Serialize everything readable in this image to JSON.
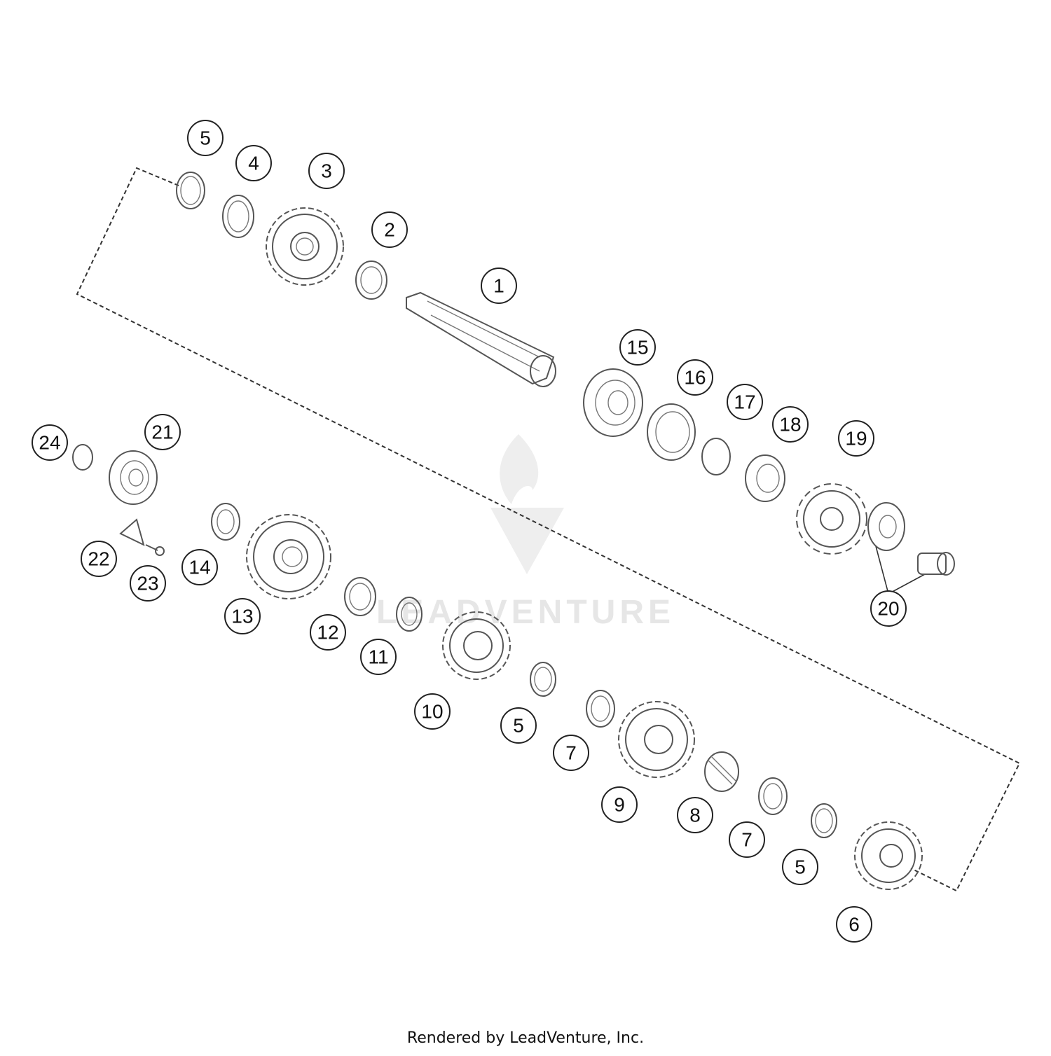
{
  "callouts": [
    "5",
    "4",
    "3",
    "2",
    "1",
    "15",
    "16",
    "17",
    "18",
    "19",
    "20",
    "24",
    "21",
    "22",
    "23",
    "14",
    "13",
    "12",
    "11",
    "10",
    "5",
    "7",
    "9",
    "8",
    "7",
    "5",
    "6"
  ],
  "watermark": {
    "text": "LEADVENTURE"
  },
  "footer": {
    "text": "Rendered by LeadVenture, Inc."
  }
}
